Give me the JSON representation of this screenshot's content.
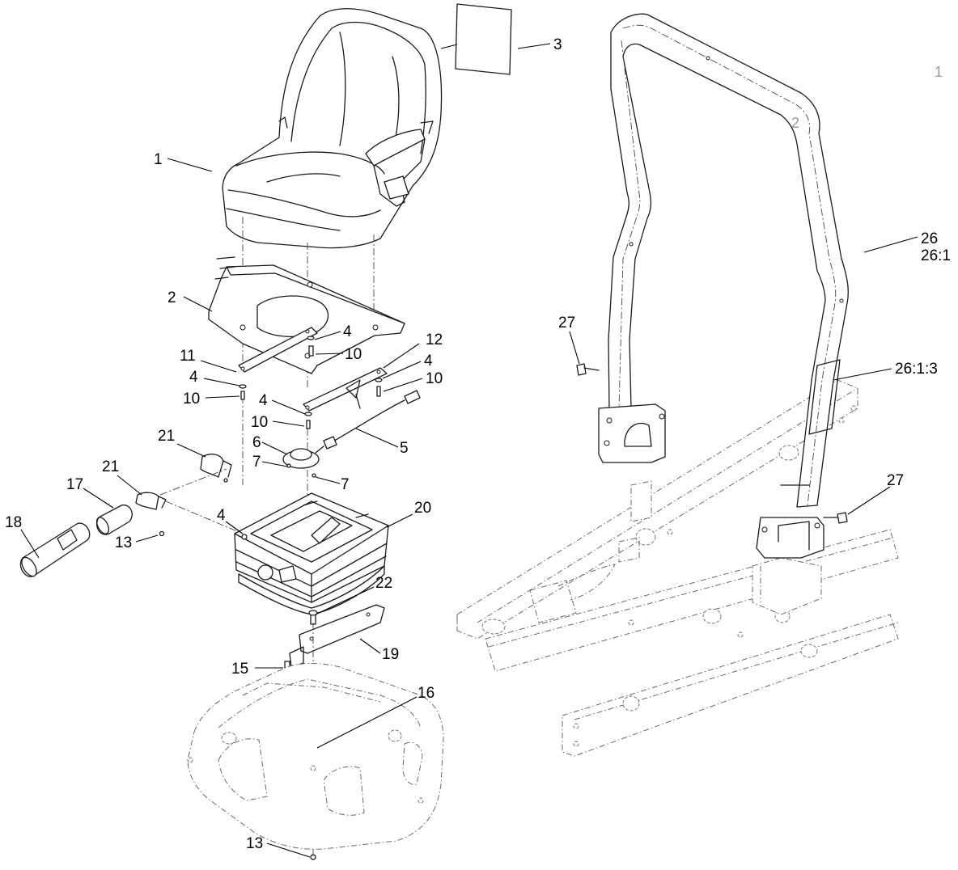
{
  "sheet": {
    "page_number": "1",
    "rops_index": "2"
  },
  "callouts": [
    {
      "id": "c1",
      "label": "1"
    },
    {
      "id": "c2",
      "label": "2"
    },
    {
      "id": "c3",
      "label": "3"
    },
    {
      "id": "c4a",
      "label": "4"
    },
    {
      "id": "c10a",
      "label": "10"
    },
    {
      "id": "c11",
      "label": "11"
    },
    {
      "id": "c4b",
      "label": "4"
    },
    {
      "id": "c10b",
      "label": "10"
    },
    {
      "id": "c12",
      "label": "12"
    },
    {
      "id": "c4c",
      "label": "4"
    },
    {
      "id": "c10c",
      "label": "10"
    },
    {
      "id": "c4d",
      "label": "4"
    },
    {
      "id": "c10d",
      "label": "10"
    },
    {
      "id": "c5",
      "label": "5"
    },
    {
      "id": "c6",
      "label": "6"
    },
    {
      "id": "c7a",
      "label": "7"
    },
    {
      "id": "c7b",
      "label": "7"
    },
    {
      "id": "c21a",
      "label": "21"
    },
    {
      "id": "c21b",
      "label": "21"
    },
    {
      "id": "c17",
      "label": "17"
    },
    {
      "id": "c18",
      "label": "18"
    },
    {
      "id": "c13a",
      "label": "13"
    },
    {
      "id": "c4e",
      "label": "4"
    },
    {
      "id": "c20",
      "label": "20"
    },
    {
      "id": "c22",
      "label": "22"
    },
    {
      "id": "c19",
      "label": "19"
    },
    {
      "id": "c15",
      "label": "15"
    },
    {
      "id": "c16",
      "label": "16"
    },
    {
      "id": "c13b",
      "label": "13"
    },
    {
      "id": "c26",
      "label": "26"
    },
    {
      "id": "c261",
      "label": "26:1"
    },
    {
      "id": "c27a",
      "label": "27"
    },
    {
      "id": "c2613",
      "label": "26:1:3"
    },
    {
      "id": "c27b",
      "label": "27"
    }
  ]
}
